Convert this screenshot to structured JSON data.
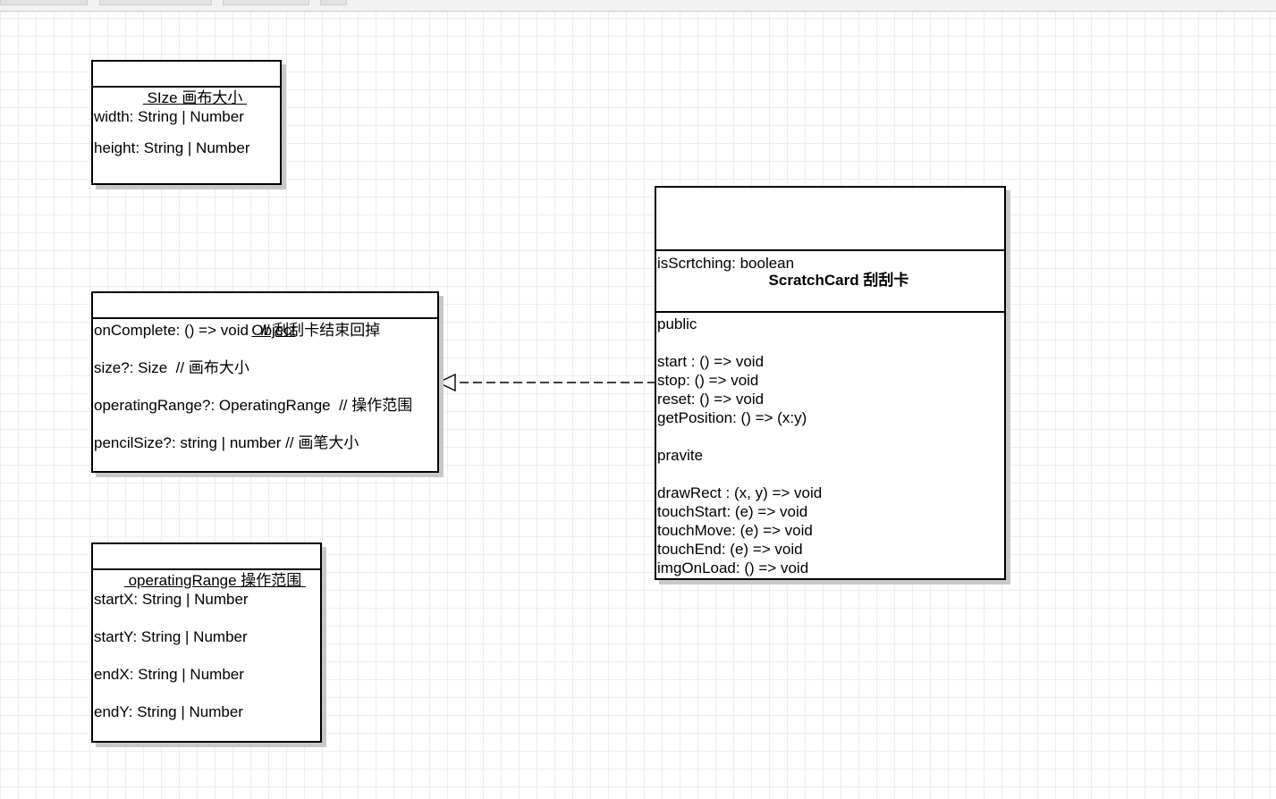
{
  "classes": {
    "size": {
      "title": " SIze 画布大小 ",
      "attributes": [
        "width: String | Number",
        "height: String | Number"
      ]
    },
    "object": {
      "title": "Object",
      "attributes": [
        "onComplete: () => void   // 刮刮卡结束回掉",
        "size?: Size  // 画布大小",
        "operatingRange?: OperatingRange  // 操作范围",
        "pencilSize?: string | number // 画笔大小"
      ]
    },
    "operating_range": {
      "title": " operatingRange 操作范围 ",
      "attributes": [
        "startX: String | Number",
        "startY: String | Number",
        "endX: String | Number",
        "endY: String | Number"
      ]
    },
    "scratch_card": {
      "title": "ScratchCard 刮刮卡",
      "fields": [
        "isScrtching: boolean"
      ],
      "methods": [
        "public",
        "",
        "start : () => void",
        "stop: () => void",
        "reset: () => void",
        "getPosition: () => (x:y)",
        "",
        "pravite",
        "",
        "drawRect : (x, y) => void",
        "touchStart: (e) => void",
        "touchMove: (e) => void",
        "touchEnd: (e) => void",
        "imgOnLoad: () => void"
      ]
    }
  },
  "relations": [
    {
      "type": "realization",
      "from": "scratch_card",
      "to": "object"
    }
  ]
}
